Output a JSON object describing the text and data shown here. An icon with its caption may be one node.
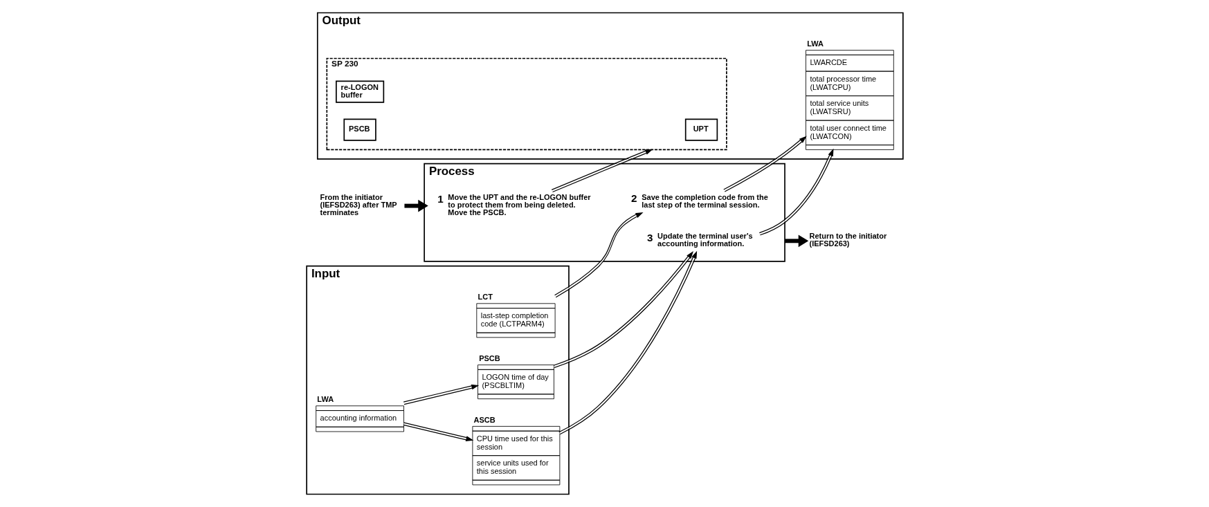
{
  "diagram": {
    "nodes": [
      {
        "text": [
          "Input"
        ]
      },
      {
        "text": [
          "LCT",
          "last-step completion code (LCTPARM4)"
        ],
        "in": 0
      },
      {
        "text": [
          "LWA",
          "accounting information"
        ],
        "in": 0
      },
      {
        "text": [
          "ASCB",
          "CPU time used for this session",
          "service units used for this session"
        ],
        "in": 0
      },
      {
        "text": [
          "PSCB",
          "LOGON time of day (PSCBLTIM)"
        ],
        "in": 0
      },
      {
        "text": [
          "Process"
        ]
      },
      {
        "text": [
          "1",
          "Move the UPT and the re-LOGON buffer to protect them from being deleted.  Move the PSCB."
        ],
        "in": 5
      },
      {
        "text": [
          "2",
          "Save the completion code from the last step of the terminal session."
        ],
        "in": 5
      },
      {
        "text": [
          "3",
          "Update the terminal user's accounting information."
        ],
        "in": 5
      },
      {
        "text": [
          "Output"
        ]
      },
      {
        "text": [
          "SP 230"
        ],
        "in": 9
      },
      {
        "text": [
          "UPT"
        ],
        "in": 10
      },
      {
        "text": [
          "re-LOGON buffer"
        ],
        "in": 10
      },
      {
        "text": [
          "PSCB"
        ],
        "in": 10
      },
      {
        "text": [
          "LWA",
          "LWARCDE",
          "total processor time (LWATCPU)",
          "total service units (LWATSRU)",
          "total user connect time (LWATCON)"
        ],
        "in": 9
      },
      {
        "text": [
          "From the initiator (IEFSD263) after TMP terminates"
        ]
      },
      {
        "text": [
          "Return to the initiator (IEFSD263)"
        ]
      }
    ],
    "edges": [
      {
        "from": 15,
        "to": 5,
        "arrow": "to",
        "style": "thick"
      },
      {
        "from": 2,
        "to": 3,
        "arrow": "to"
      },
      {
        "from": 2,
        "to": 4,
        "arrow": "to"
      },
      {
        "from": 1,
        "to": 7,
        "arrow": "to"
      },
      {
        "from": 3,
        "to": 8,
        "arrow": "to"
      },
      {
        "from": 4,
        "to": 8,
        "arrow": "to"
      },
      {
        "from": 6,
        "to": 10,
        "arrow": "to"
      },
      {
        "from": 7,
        "to": 14,
        "arrow": "to"
      },
      {
        "from": 8,
        "to": 14,
        "arrow": "to"
      },
      {
        "from": 5,
        "to": 16,
        "arrow": "to",
        "style": "thick"
      }
    ]
  }
}
